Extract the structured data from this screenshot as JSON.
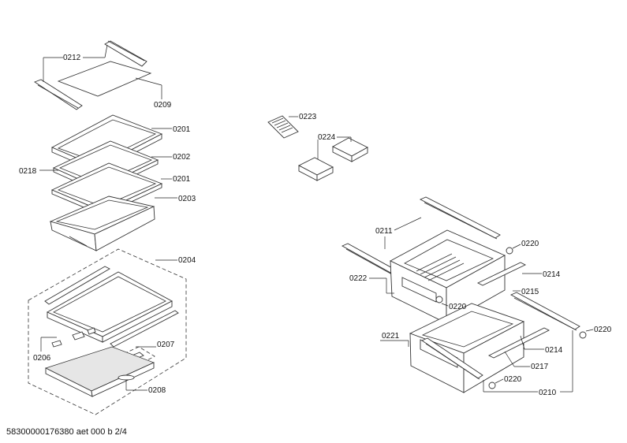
{
  "labels": {
    "l0212": "0212",
    "l0209": "0209",
    "l0201a": "0201",
    "l0202": "0202",
    "l0218": "0218",
    "l0201b": "0201",
    "l0203": "0203",
    "l0204": "0204",
    "l0206": "0206",
    "l0207": "0207",
    "l0208": "0208",
    "l0223": "0223",
    "l0224": "0224",
    "l0211": "0211",
    "l0220a": "0220",
    "l0222": "0222",
    "l0214a": "0214",
    "l0215": "0215",
    "l0220b": "0220",
    "l0220c": "0220",
    "l0221": "0221",
    "l0214b": "0214",
    "l0217": "0217",
    "l0220d": "0220",
    "l0210": "0210"
  },
  "footer": "58300000176380 aet 000 b 2/4"
}
